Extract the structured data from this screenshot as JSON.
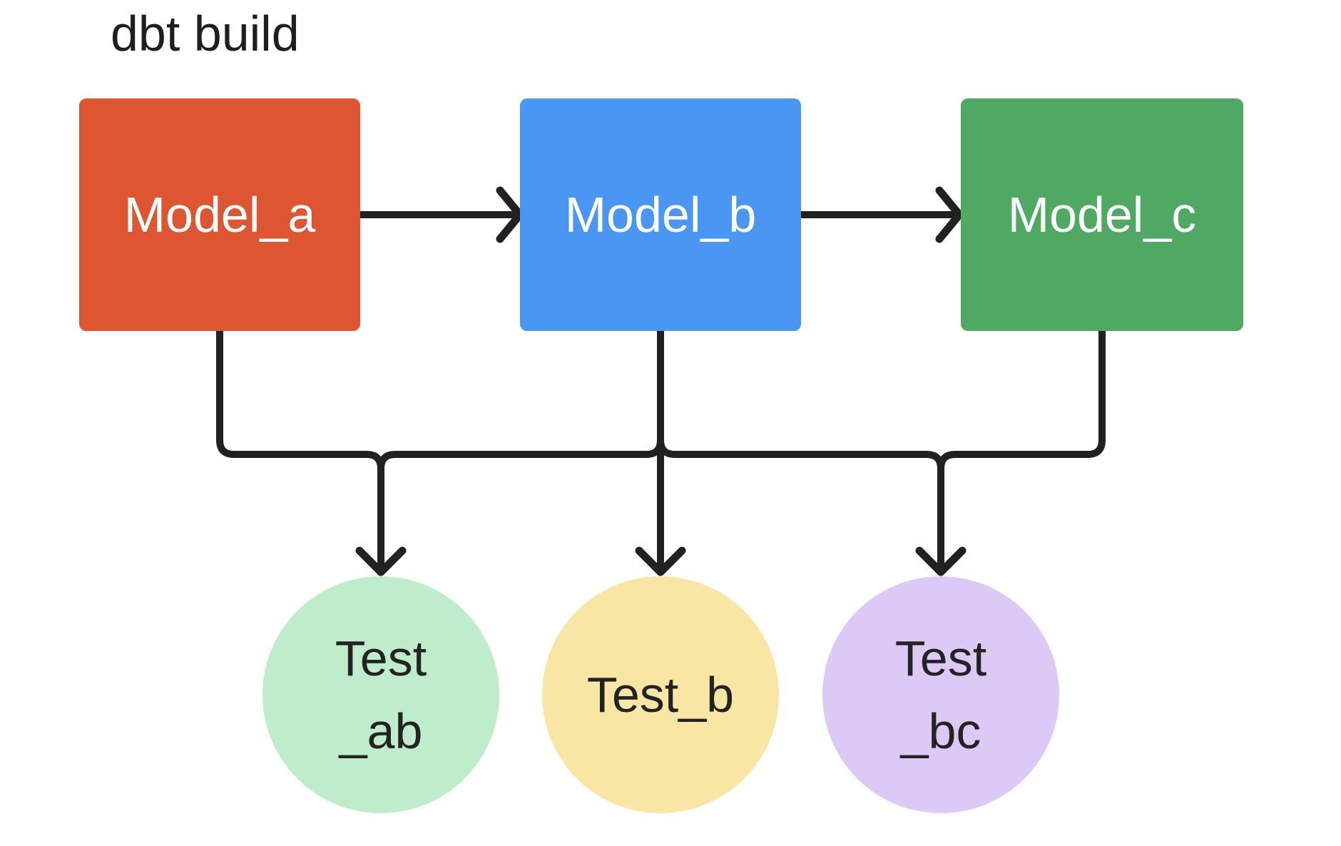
{
  "title": "dbt build",
  "colors": {
    "background": "#ffffff",
    "edge": "#212121",
    "title_text": "#1e1e1e",
    "model_label_text": "#ffffff",
    "test_label_text": "#232323",
    "model_a_fill": "#de5532",
    "model_b_fill": "#4a96f3",
    "model_c_fill": "#4fa963",
    "test_ab_fill": "#bfedcc",
    "test_b_fill": "#fae6a4",
    "test_bc_fill": "#dcc9f5"
  },
  "nodes": {
    "model_a": {
      "label": "Model_a"
    },
    "model_b": {
      "label": "Model_b"
    },
    "model_c": {
      "label": "Model_c"
    },
    "test_ab": {
      "line1": "Test",
      "line2": "_ab"
    },
    "test_b": {
      "line1": "Test_b",
      "line2": ""
    },
    "test_bc": {
      "line1": "Test",
      "line2": "_bc"
    }
  },
  "edges": [
    {
      "from": "Model_a",
      "to": "Model_b"
    },
    {
      "from": "Model_b",
      "to": "Model_c"
    },
    {
      "from": "Model_a",
      "to": "Test_ab"
    },
    {
      "from": "Model_b",
      "to": "Test_ab"
    },
    {
      "from": "Model_b",
      "to": "Test_b"
    },
    {
      "from": "Model_b",
      "to": "Test_bc"
    },
    {
      "from": "Model_c",
      "to": "Test_bc"
    }
  ]
}
